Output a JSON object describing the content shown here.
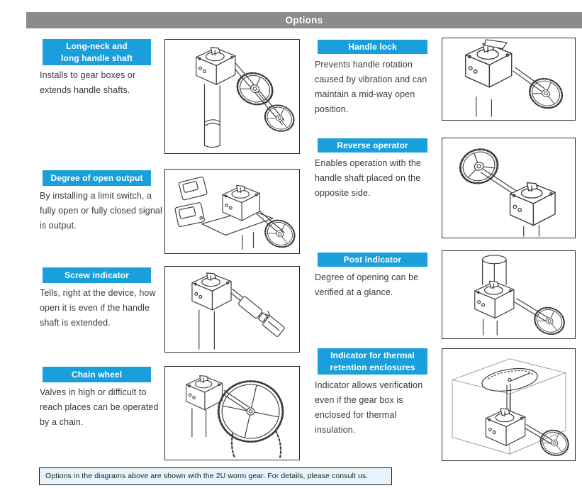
{
  "header": {
    "title": "Options"
  },
  "colors": {
    "accent_blue": "#19a0dc",
    "header_gray": "#8b8b8b",
    "note_background": "#e7f3fa",
    "body_text": "#3a3a3a"
  },
  "sections": [
    {
      "id": "long-neck-and-long-handle-shaft",
      "column": "left",
      "label": "Long-neck and\nlong handle shaft",
      "description": "Installs to gear boxes or extends handle shafts.",
      "illustration": "gearbox-with-long-neck-column-and-two-handwheels"
    },
    {
      "id": "degree-of-open-output",
      "column": "left",
      "label": "Degree of open output",
      "description": "By installing a limit switch, a fully open or fully closed signal is output.",
      "illustration": "gearbox-with-limit-switch-boxes-and-handwheel"
    },
    {
      "id": "screw-indicator",
      "column": "left",
      "label": "Screw indicator",
      "description": "Tells, right at the device, how open it is even if the handle shaft is extended.",
      "illustration": "gearbox-with-screw-indicator-on-extended-shaft"
    },
    {
      "id": "chain-wheel",
      "column": "left",
      "label": "Chain wheel",
      "description": "Valves in high or difficult to reach places can be operated by a chain.",
      "illustration": "gearbox-with-large-chain-wheel-and-hanging-chain"
    },
    {
      "id": "handle-lock",
      "column": "right",
      "label": "Handle lock",
      "description": "Prevents handle rotation caused by vibration and can maintain a mid-way open position.",
      "illustration": "gearbox-with-lock-lever-and-handwheel"
    },
    {
      "id": "reverse-operator",
      "column": "right",
      "label": "Reverse operator",
      "description": "Enables operation with the handle shaft placed on the opposite side.",
      "illustration": "handwheel-on-opposite-side-of-gearbox"
    },
    {
      "id": "post-indicator",
      "column": "right",
      "label": "Post indicator",
      "description": "Degree of opening can be verified at a glance.",
      "illustration": "gearbox-with-cylindrical-post-indicator-on-top"
    },
    {
      "id": "indicator-for-thermal-retention-enclosures",
      "column": "right",
      "label": "Indicator for thermal\nretention enclosures",
      "description": "Indicator allows verification even if the gear box is enclosed for thermal insulation.",
      "illustration": "gearbox-inside-transparent-thermal-enclosure-with-dial-indicator"
    }
  ],
  "note": {
    "text": "Options in the diagrams above are shown with the 2U worm gear. For details, please consult us."
  }
}
